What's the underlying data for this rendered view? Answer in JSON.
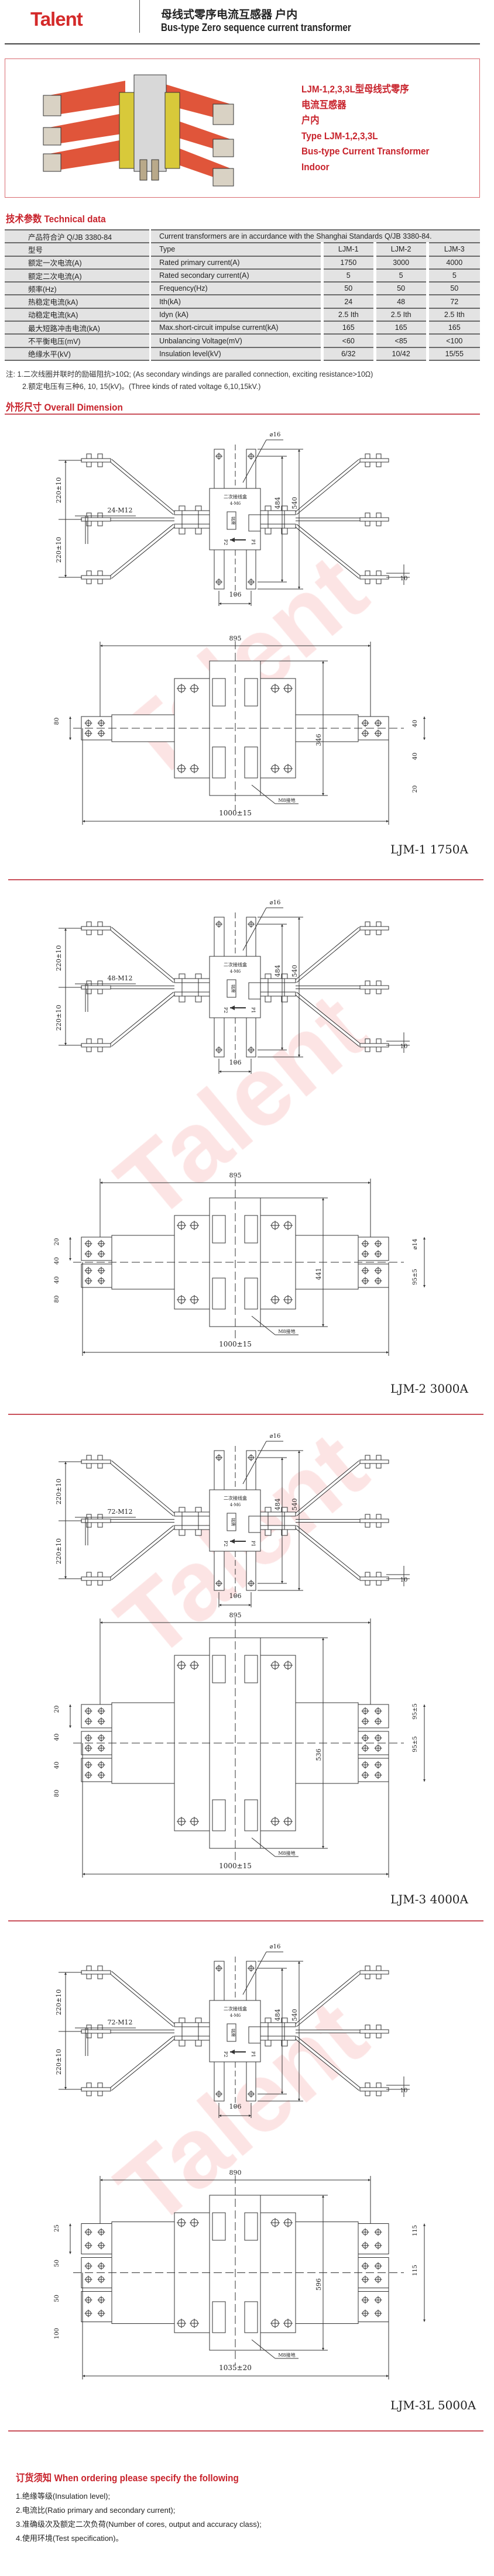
{
  "header": {
    "logo": "Talent",
    "title_cn": "母线式零序电流互感器 户内",
    "title_en": "Bus-type Zero sequence current transformer"
  },
  "product": {
    "lines": [
      "LJM-1,2,3,3L型母线式零序",
      "电流互感器",
      "户内",
      "Type LJM-1,2,3,3L",
      "Bus-type Current Transformer",
      "Indoor"
    ],
    "colors": {
      "busbar": "#e0553a",
      "plate": "#d8c93a",
      "body": "#d8d8d8"
    }
  },
  "technical": {
    "title": "技术参数  Technical data",
    "standard_cn": "产品符合沪 Q/JB 3380-84",
    "standard_en": "Current transformers are in accurdance with the Shanghai Standards Q/JB 3380-84.",
    "header": {
      "cn": "型号",
      "en": "Type",
      "models": [
        "LJM-1",
        "LJM-2",
        "LJM-3"
      ]
    },
    "rows": [
      {
        "cn": "额定一次电流(A)",
        "en": "Rated primary current(A)",
        "values": [
          "1750",
          "3000",
          "4000"
        ]
      },
      {
        "cn": "额定二次电流(A)",
        "en": "Rated secondary current(A)",
        "values": [
          "5",
          "5",
          "5"
        ]
      },
      {
        "cn": "频率(Hz)",
        "en": "Frequency(Hz)",
        "values": [
          "50",
          "50",
          "50"
        ]
      },
      {
        "cn": "热稳定电流(kA)",
        "en": "Ith(kA)",
        "values": [
          "24",
          "48",
          "72"
        ]
      },
      {
        "cn": "动稳定电流(kA)",
        "en": "Idyn (kA)",
        "values": [
          "2.5 Ith",
          "2.5 Ith",
          "2.5 Ith"
        ]
      },
      {
        "cn": "最大短路冲击电流(kA)",
        "en": "Max.short-circuit impulse current(kA)",
        "values": [
          "165",
          "165",
          "165"
        ]
      },
      {
        "cn": "不平衡电压(mV)",
        "en": "Unbalancing Voltage(mV)",
        "values": [
          "<60",
          "<85",
          "<100"
        ]
      },
      {
        "cn": "绝缘水平(kV)",
        "en": "Insulation level(kV)",
        "values": [
          "6/32",
          "10/42",
          "15/55"
        ]
      }
    ],
    "notes": [
      "注: 1.二次线圈并联时的励磁阻抗>10Ω; (As secondary windings are paralled connection, exciting resistance>10Ω)",
      "2.额定电压有三种6, 10, 15(kV)。(Three kinds of rated voltage 6,10,15kV.)"
    ]
  },
  "dimension": {
    "title": "外形尺寸  Overall Dimension",
    "watermark": "Talent",
    "common": {
      "phi16": "⌀16",
      "box_label": "二次接线盒",
      "m6": "4-M6",
      "nameplate": "铭牌",
      "p1": "P1",
      "p2": "P2",
      "ground": "M8接地",
      "h484": "484",
      "h540": "540",
      "w106": "106",
      "ten": "10"
    },
    "diagrams": [
      {
        "model": "LJM-1  1750A",
        "bus_rows": 1,
        "spacing_top": "220±10",
        "spacing_bottom": "220±10",
        "bolts": "24-M12",
        "width": "895",
        "length": "1000±15",
        "height": "346",
        "left_dims": [
          "80"
        ],
        "right_dims": [
          "40",
          "40",
          "20"
        ]
      },
      {
        "model": "LJM-2  3000A",
        "bus_rows": 2,
        "spacing_top": "220±10",
        "spacing_bottom": "220±10",
        "bolts": "48-M12",
        "width": "895",
        "length": "1000±15",
        "height": "441",
        "left_dims": [
          "20",
          "40",
          "40",
          "80"
        ],
        "right_dims": [
          "⌀14",
          "95±5"
        ]
      },
      {
        "model": "LJM-3  4000A",
        "bus_rows": 3,
        "spacing_top": "220±10",
        "spacing_bottom": "220±10",
        "bolts": "72-M12",
        "width": "895",
        "length": "1000±15",
        "height": "536",
        "left_dims": [
          "20",
          "40",
          "40",
          "80"
        ],
        "right_dims": [
          "95±5",
          "95±5"
        ]
      },
      {
        "model": "LJM-3L  5000A",
        "bus_rows": 3,
        "spacing_top": "220±10",
        "spacing_bottom": "220±10",
        "bolts": "72-M12",
        "width": "890",
        "length": "1035±20",
        "height": "596",
        "left_dims": [
          "25",
          "50",
          "50",
          "100"
        ],
        "right_dims": [
          "115",
          "115"
        ]
      }
    ]
  },
  "ordering": {
    "title": "订货须知  When ordering please specify the following",
    "items": [
      "1.绝缘等级(Insulation level);",
      "2.电流比(Ratio primary and secondary current);",
      "3.准确级次及额定二次负荷(Number of cores, output and accuracy class);",
      "4.使用环境(Test specification)。"
    ]
  }
}
